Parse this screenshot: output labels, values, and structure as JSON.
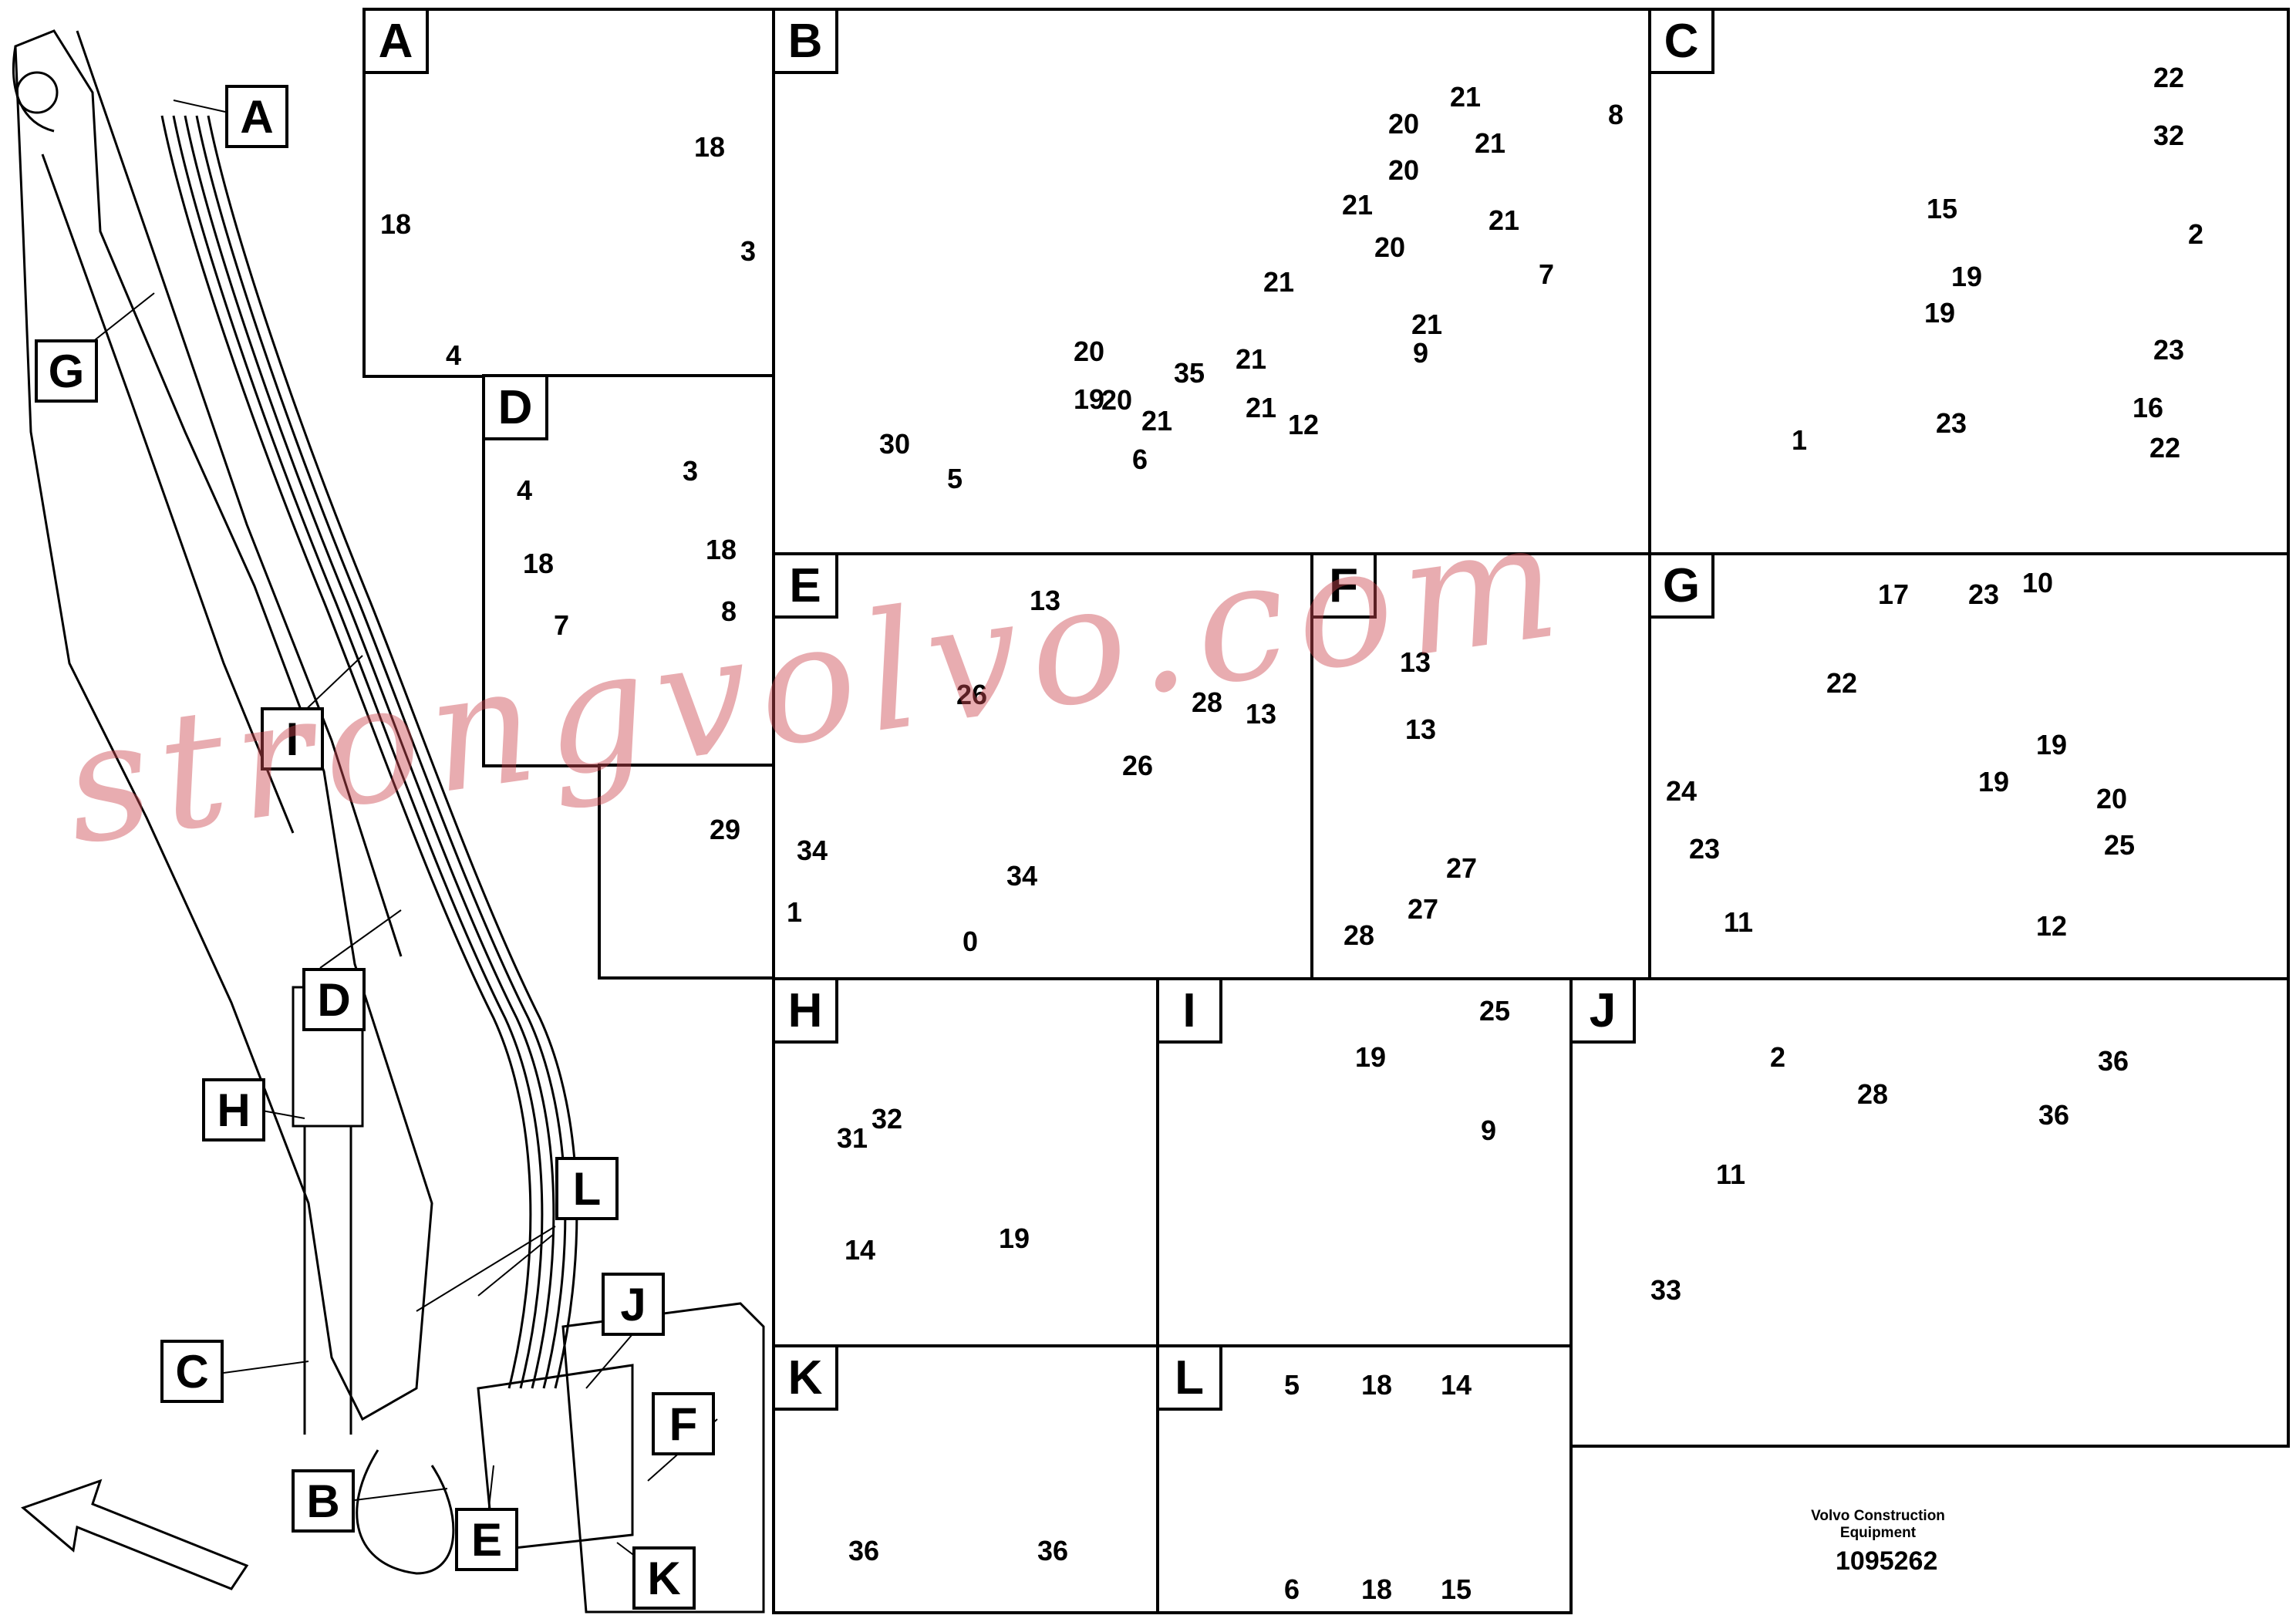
{
  "overview": {
    "callouts": [
      "A",
      "G",
      "I",
      "D",
      "H",
      "L",
      "C",
      "J",
      "F",
      "B",
      "E",
      "K"
    ]
  },
  "panels": {
    "A": {
      "letter": "A",
      "labels": [
        "18",
        "18",
        "3",
        "4"
      ]
    },
    "B": {
      "letter": "B",
      "labels": [
        "21",
        "20",
        "21",
        "8",
        "20",
        "21",
        "21",
        "21",
        "20",
        "7",
        "21",
        "20",
        "21",
        "19",
        "35",
        "21",
        "9",
        "20",
        "21",
        "12",
        "30",
        "5",
        "6"
      ]
    },
    "C": {
      "letter": "C",
      "labels": [
        "22",
        "32",
        "15",
        "2",
        "19",
        "19",
        "23",
        "1",
        "23",
        "16",
        "22"
      ]
    },
    "D": {
      "letter": "D",
      "labels": [
        "4",
        "3",
        "18",
        "18",
        "7",
        "8"
      ]
    },
    "tie": {
      "labels": [
        "29"
      ]
    },
    "E": {
      "letter": "E",
      "labels": [
        "13",
        "26",
        "28",
        "13",
        "26",
        "34",
        "34",
        "1",
        "0"
      ]
    },
    "F": {
      "letter": "F",
      "labels": [
        "13",
        "13",
        "27",
        "27",
        "28"
      ]
    },
    "G": {
      "letter": "G",
      "labels": [
        "17",
        "23",
        "10",
        "22",
        "19",
        "24",
        "19",
        "20",
        "23",
        "25",
        "11",
        "12"
      ]
    },
    "H": {
      "letter": "H",
      "labels": [
        "31",
        "32",
        "19",
        "14"
      ]
    },
    "I": {
      "letter": "I",
      "labels": [
        "25",
        "19",
        "9"
      ]
    },
    "J": {
      "letter": "J",
      "labels": [
        "36",
        "2",
        "28",
        "36",
        "11",
        "33"
      ]
    },
    "K": {
      "letter": "K",
      "labels": [
        "36",
        "36"
      ]
    },
    "L": {
      "letter": "L",
      "labels": [
        "5",
        "18",
        "14",
        "6",
        "18",
        "15"
      ]
    }
  },
  "footer": {
    "brand_line1": "Volvo Construction",
    "brand_line2": "Equipment",
    "doc_number": "1095262"
  },
  "watermark": "strongvolvo.com"
}
